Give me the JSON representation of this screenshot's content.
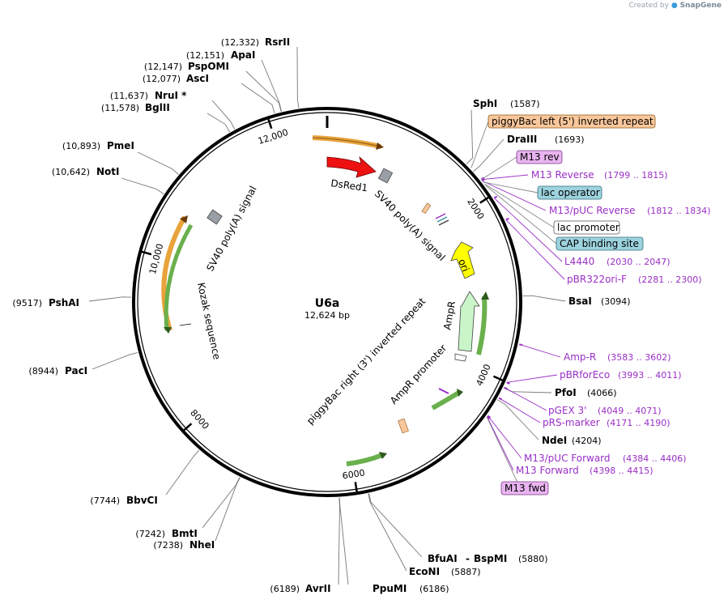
{
  "credit": {
    "prefix": "Created by",
    "brand": "SnapGene"
  },
  "plasmid": {
    "name": "U6a",
    "size_label": "12,624 bp",
    "length": 12624
  },
  "ticks": [
    {
      "pos": 2000,
      "label": "2000"
    },
    {
      "pos": 4000,
      "label": "4000"
    },
    {
      "pos": 6000,
      "label": "6000"
    },
    {
      "pos": 8000,
      "label": "8000"
    },
    {
      "pos": 10000,
      "label": "10,000"
    },
    {
      "pos": 12000,
      "label": "12,000"
    }
  ],
  "enzymes": [
    {
      "name": "RsrII",
      "pos_label": "(12,332)",
      "pos": 12332
    },
    {
      "name": "ApaI",
      "pos_label": "(12,151)",
      "pos": 12151
    },
    {
      "name": "PspOMI",
      "pos_label": "(12,147)",
      "pos": 12147
    },
    {
      "name": "AscI",
      "pos_label": "(12,077)",
      "pos": 12077
    },
    {
      "name": "NruI *",
      "pos_label": "(11,637)",
      "pos": 11637
    },
    {
      "name": "BglII",
      "pos_label": "(11,578)",
      "pos": 11578
    },
    {
      "name": "PmeI",
      "pos_label": "(10,893)",
      "pos": 10893
    },
    {
      "name": "NotI",
      "pos_label": "(10,642)",
      "pos": 10642
    },
    {
      "name": "PshAI",
      "pos_label": "(9517)",
      "pos": 9517
    },
    {
      "name": "PacI",
      "pos_label": "(8944)",
      "pos": 8944
    },
    {
      "name": "BbvCI",
      "pos_label": "(7744)",
      "pos": 7744
    },
    {
      "name": "BmtI",
      "pos_label": "(7242)",
      "pos": 7242
    },
    {
      "name": "NheI",
      "pos_label": "(7238)",
      "pos": 7238
    },
    {
      "name": "AvrII",
      "pos_label": "(6189)",
      "pos": 6189
    },
    {
      "name": "PpuMI",
      "pos_label": "(6186)",
      "pos": 6186
    },
    {
      "name": "EcoNI",
      "pos_label": "(5887)",
      "pos": 5887
    },
    {
      "name": "BfuAI",
      "name2": "BspMI",
      "pos_label": "(5880)",
      "pos": 5880
    },
    {
      "name": "SphI",
      "pos_label": "(1587)",
      "pos": 1587
    },
    {
      "name": "DraIII",
      "pos_label": "(1693)",
      "pos": 1693
    },
    {
      "name": "BsaI",
      "pos_label": "(3094)",
      "pos": 3094
    },
    {
      "name": "PfoI",
      "pos_label": "(4066)",
      "pos": 4066
    },
    {
      "name": "NdeI",
      "pos_label": "(4204)",
      "pos": 4204
    }
  ],
  "primers": [
    {
      "name": "M13 Reverse",
      "range": "(1799 .. 1815)",
      "pos": 1807
    },
    {
      "name": "M13/pUC Reverse",
      "range": "(1812 .. 1834)",
      "pos": 1823
    },
    {
      "name": "L4440",
      "range": "(2030 .. 2047)",
      "pos": 2038
    },
    {
      "name": "pBR322ori-F",
      "range": "(2281 .. 2300)",
      "pos": 2290
    },
    {
      "name": "Amp-R",
      "range": "(3583 .. 3602)",
      "pos": 3592
    },
    {
      "name": "pBRforEco",
      "range": "(3993 .. 4011)",
      "pos": 4002
    },
    {
      "name": "pGEX 3'",
      "range": "(4049 .. 4071)",
      "pos": 4060
    },
    {
      "name": "pRS-marker",
      "range": "(4171 .. 4190)",
      "pos": 4180
    },
    {
      "name": "M13/pUC Forward",
      "range": "(4384 .. 4406)",
      "pos": 4395
    },
    {
      "name": "M13 Forward",
      "range": "(4398 .. 4415)",
      "pos": 4406
    }
  ],
  "boxed_labels": [
    {
      "name": "piggyBac left (5') inverted repeat",
      "fill": "#f9c79b"
    },
    {
      "name": "M13 rev",
      "fill": "#e9b4f0"
    },
    {
      "name": "lac operator",
      "fill": "#9dd3de"
    },
    {
      "name": "lac promoter",
      "fill": "#ffffff"
    },
    {
      "name": "CAP binding site",
      "fill": "#9dd3de"
    },
    {
      "name": "M13 fwd",
      "fill": "#e9b4f0"
    }
  ],
  "features": [
    {
      "name": "DsRed1",
      "color": "#ee1111"
    },
    {
      "name": "SV40 poly(A) signal",
      "color": "#9a9ea5"
    },
    {
      "name": "ori",
      "color": "#ffff00"
    },
    {
      "name": "AmpR",
      "color": "#c9f5c9"
    },
    {
      "name": "AmpR promoter",
      "color": "#ffffff"
    },
    {
      "name": "piggyBac right (3') inverted repeat",
      "color": "#f9c79b"
    },
    {
      "name": "SV40 poly(A) signal",
      "color": "#9a9ea5"
    },
    {
      "name": "Kozak sequence",
      "color": "#6ab04c"
    }
  ],
  "colors": {
    "enzyme_line": "#777777",
    "primer": "#9a2fc6",
    "orf_orange": "#e8a33a",
    "orf_green": "#6ab04c"
  }
}
